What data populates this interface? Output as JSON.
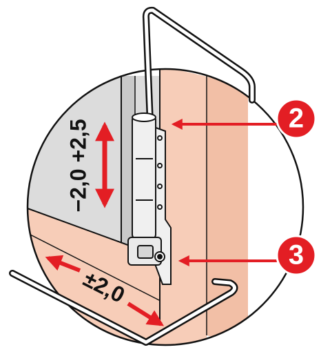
{
  "labels": {
    "vertical_range": "−2,0 +2,5",
    "horizontal_range": "±2,0"
  },
  "callouts": [
    {
      "number": "2"
    },
    {
      "number": "3"
    }
  ],
  "colors": {
    "accent_red": "#e31e24",
    "wood": "#f7cdb8",
    "wood_dark": "#f2bfa6",
    "frame_grey": "#dcdcdc",
    "outline": "#111111",
    "metal": "#f0f0f0"
  },
  "icons": {
    "hex_key_top": "allen-key-icon",
    "hex_key_bottom": "allen-key-icon",
    "hinge": "hinge-icon"
  }
}
